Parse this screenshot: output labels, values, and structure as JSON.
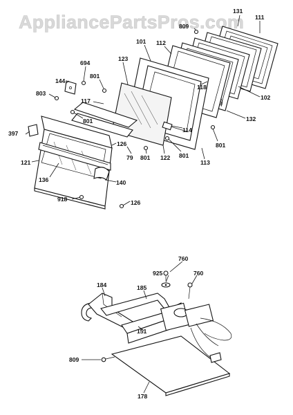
{
  "watermark": "AppliancePartsPros.com",
  "callouts": {
    "c131": "131",
    "c809a": "809",
    "c111": "111",
    "c101": "101",
    "c112": "112",
    "c694": "694",
    "c123": "123",
    "c144": "144",
    "c801a": "801",
    "c803": "803",
    "c118": "118",
    "c117": "117",
    "c102": "102",
    "c801b": "801",
    "c132": "132",
    "c114": "114",
    "c397": "397",
    "c126a": "126",
    "c801c": "801",
    "c79": "79",
    "c801d": "801",
    "c122": "122",
    "c801e": "801",
    "c113": "113",
    "c121": "121",
    "c136": "136",
    "c140": "140",
    "c918": "918",
    "c126b": "126",
    "c760a": "760",
    "c925": "925",
    "c760b": "760",
    "c184": "184",
    "c185": "185",
    "c151": "151",
    "c809b": "809",
    "c178": "178"
  }
}
